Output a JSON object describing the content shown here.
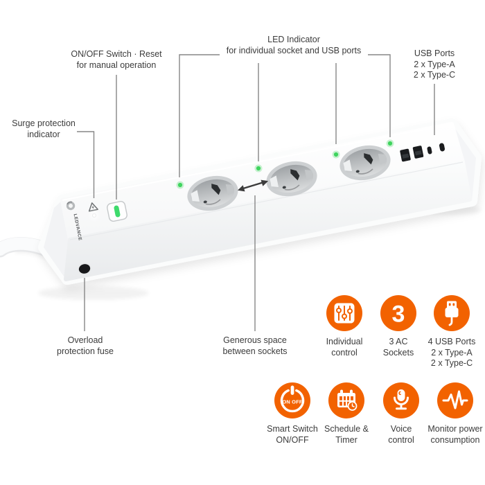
{
  "colors": {
    "accent": "#F26200",
    "led_green": "#3FD45E",
    "switch_green": "#3EDA6C",
    "text": "#3B3B3B",
    "line": "#868686"
  },
  "product": {
    "brand": "LEDVANCE"
  },
  "callouts": {
    "onoff_switch": "ON/OFF Switch · Reset\nfor manual operation",
    "surge": "Surge protection\nindicator",
    "led_indicator": "LED Indicator\nfor individual socket and USB ports",
    "usb_ports": "USB Ports\n2 x Type-A\n2 x Type-C",
    "overload": "Overload\nprotection fuse",
    "spacing": "Generous space\nbetween sockets"
  },
  "features": {
    "row1": [
      {
        "icon": "sliders-icon",
        "label": "Individual\ncontrol"
      },
      {
        "icon": "count-badge",
        "badge": "3",
        "label": "3 AC\nSockets"
      },
      {
        "icon": "usb-plug-icon",
        "label": "4 USB Ports\n2 x Type-A\n2 x Type-C"
      }
    ],
    "row2": [
      {
        "icon": "power-onoff-icon",
        "on_off_text": "ON OFF",
        "label": "Smart Switch\nON/OFF"
      },
      {
        "icon": "calendar-clock-icon",
        "label": "Schedule &\nTimer"
      },
      {
        "icon": "microphone-icon",
        "label": "Voice\ncontrol"
      },
      {
        "icon": "pulse-icon",
        "label": "Monitor power\nconsumption"
      }
    ]
  }
}
